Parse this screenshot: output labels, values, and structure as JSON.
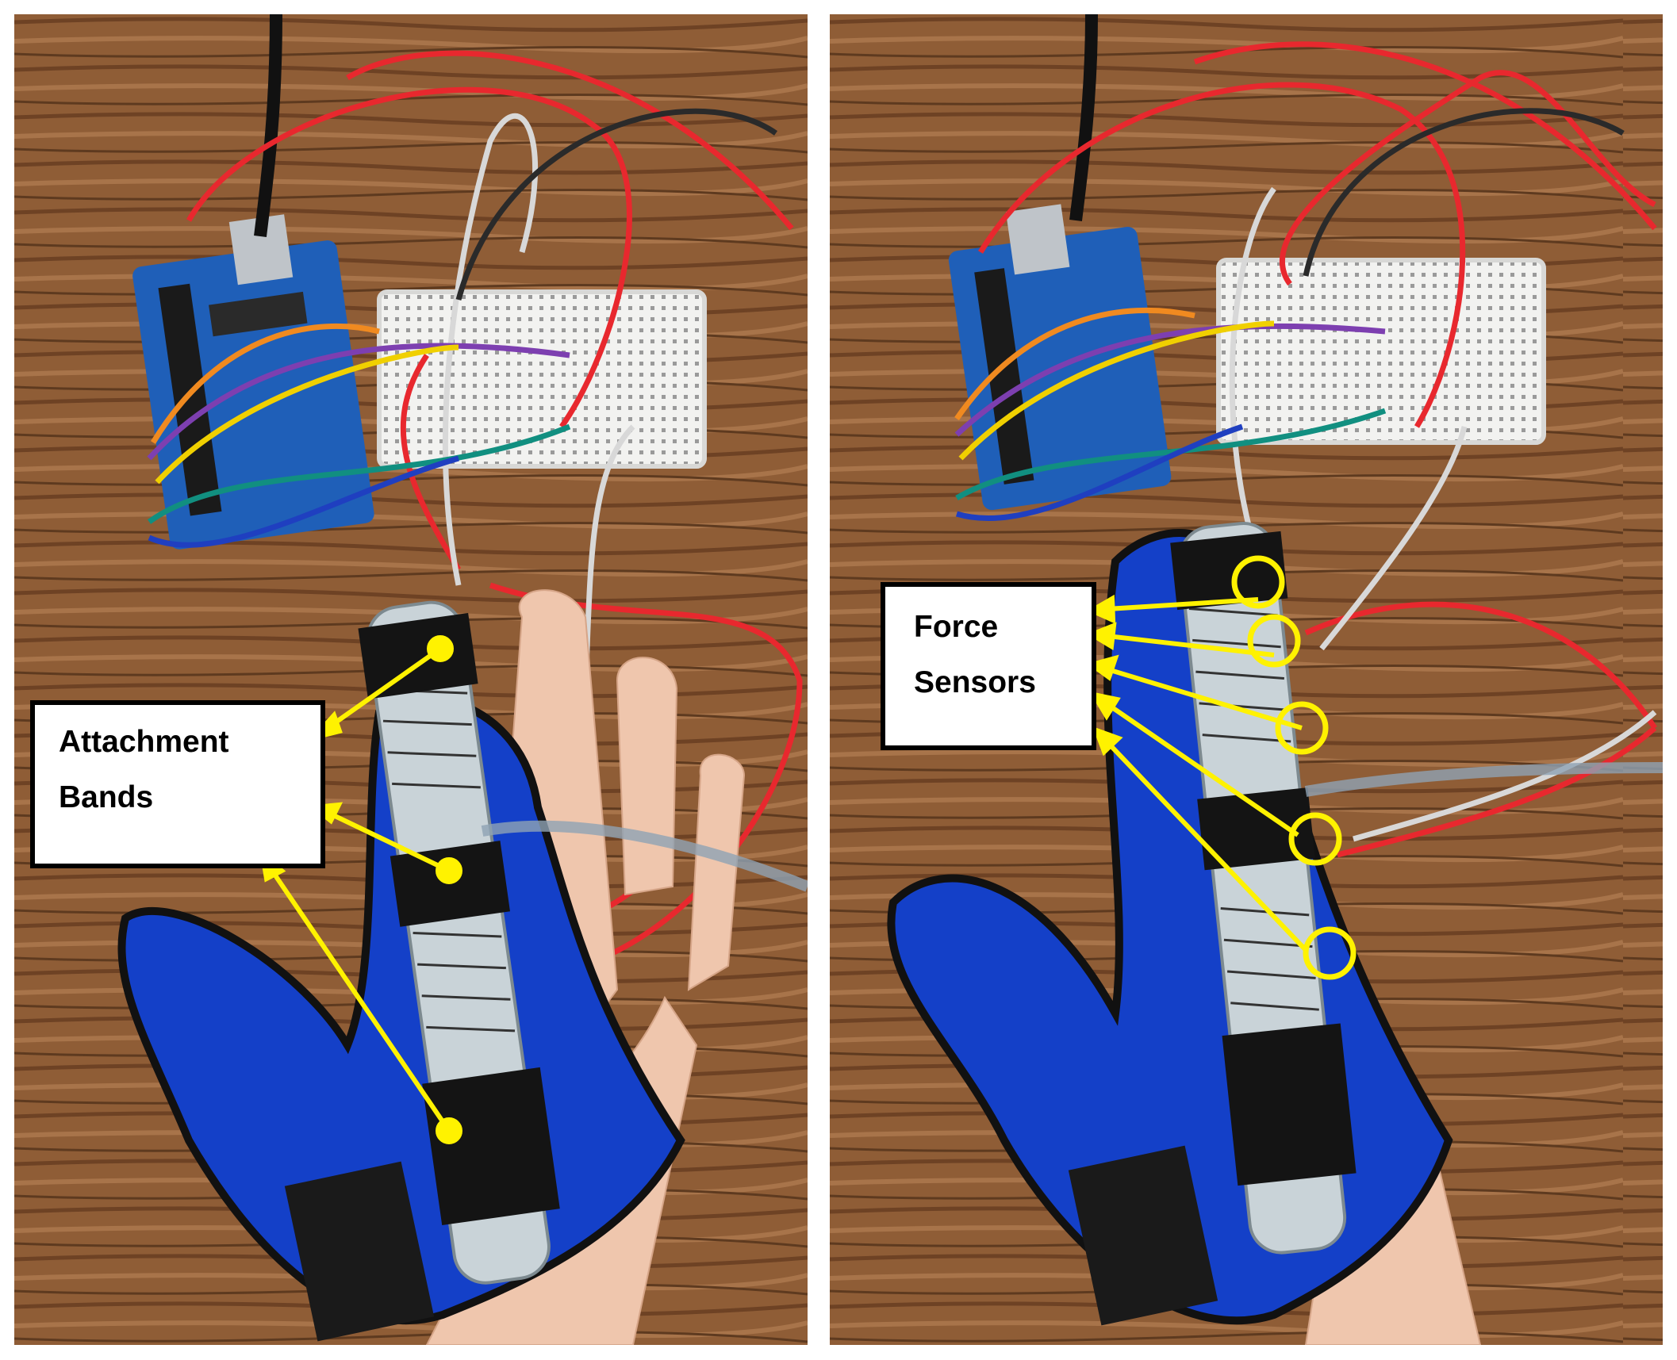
{
  "left_panel": {
    "label_lines": [
      "Attachment",
      "Bands"
    ]
  },
  "right_panel": {
    "label_lines": [
      "Force",
      "Sensors"
    ]
  },
  "colors": {
    "annotation_yellow": "#fff200",
    "glove_blue": "#1440c8",
    "board_blue": "#1f5fb8",
    "desk_wood": "#8a5a34",
    "wire_red": "#e8282e"
  }
}
